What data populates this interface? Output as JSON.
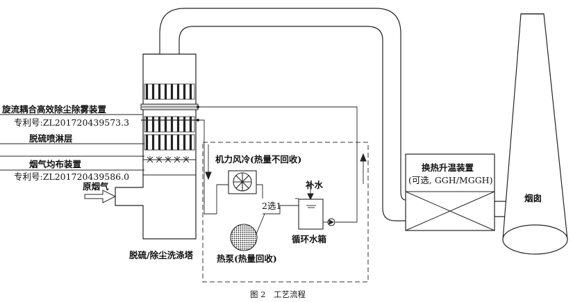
{
  "labels": {
    "demister_name": "旋流耦合高效除尘除雾装置",
    "demister_patent": "专利号:ZL201720439573.3",
    "spray_layer": "脱硫喷淋层",
    "distributor_name": "烟气均布装置",
    "distributor_patent": "专利号:ZL201720439586.0",
    "raw_flue_gas": "原烟气",
    "tower": "脱硫/除尘洗涤塔",
    "air_cooling": "机力风冷(热量不回收)",
    "makeup_water": "补水",
    "switch": "2选1",
    "heat_pump": "热泵(热量回收)",
    "tank": "循环水箱",
    "reheater_name": "换热升温装置",
    "reheater_option": "(可选, GGH/MGGH)",
    "chimney": "烟囱"
  },
  "caption": "图 2　工艺流程",
  "icons": [
    "fan-icon",
    "pump-icon",
    "heat-pump-icon",
    "arrow-icon"
  ]
}
